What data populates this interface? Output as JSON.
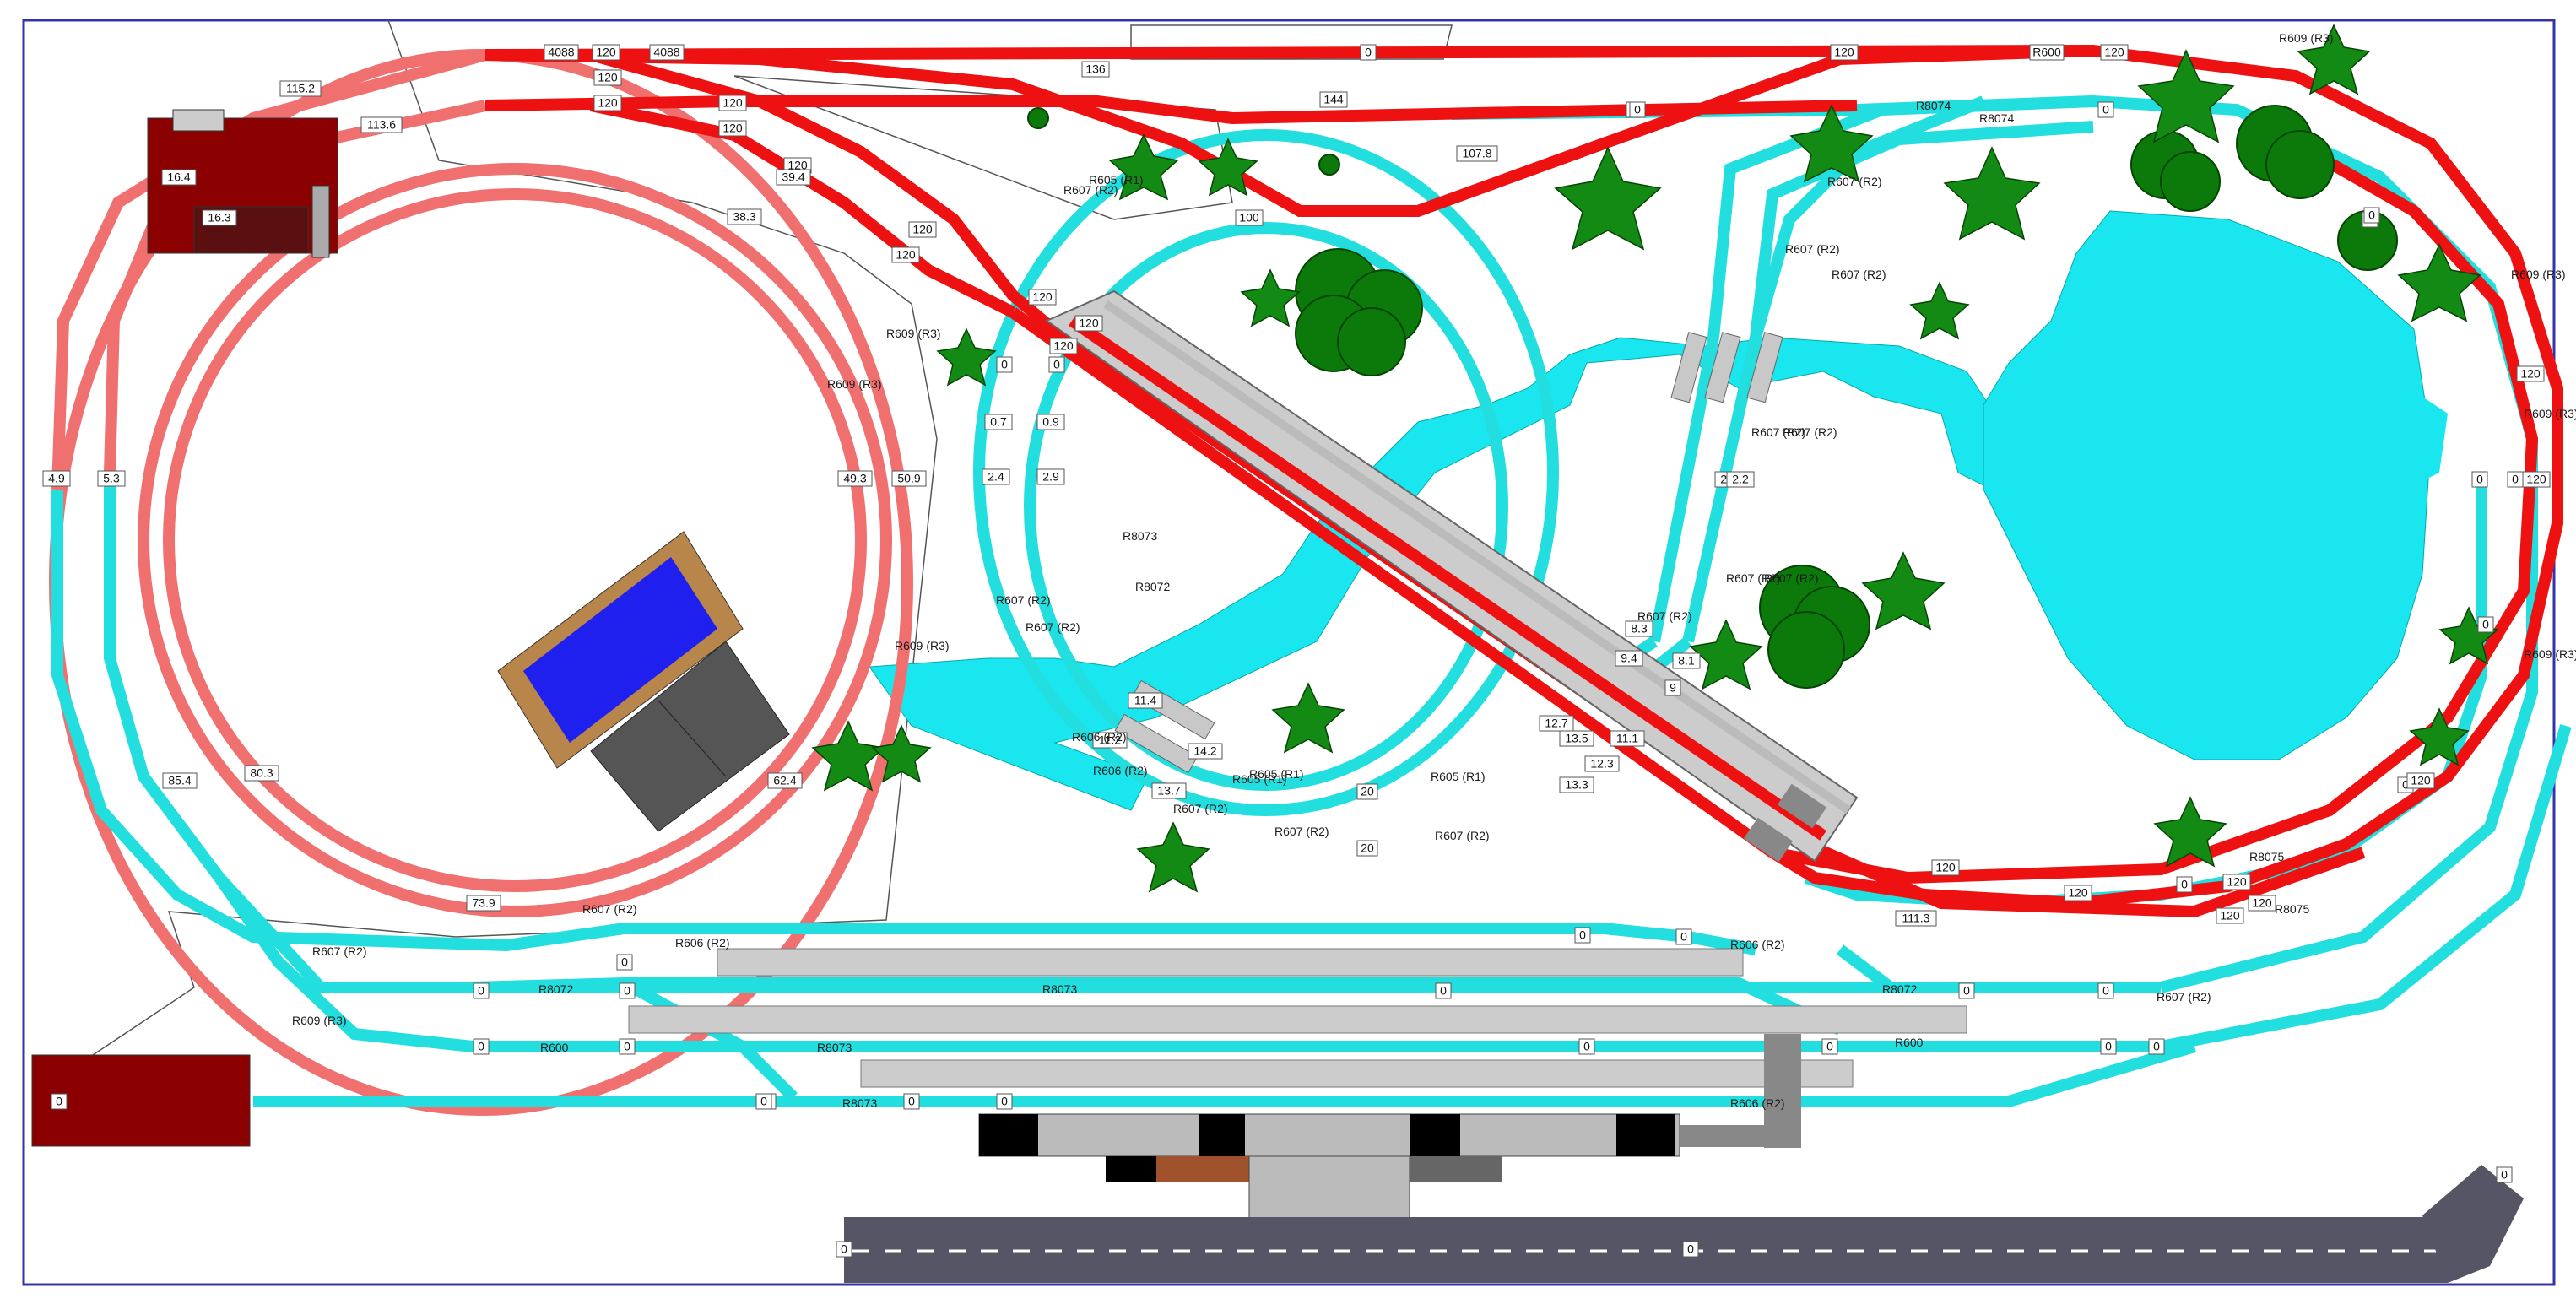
{
  "colors": {
    "red_track": "#ee1111",
    "pink_track": "#f07070",
    "cyan_track": "#22dede",
    "water": "#19e6ee",
    "tree_dark": "#0b7a0b",
    "building": "#8b0000",
    "road": "#555566",
    "platform": "#cccccc",
    "border": "#3333aa"
  },
  "labels": {
    "red_loop": [
      "4088",
      "120",
      "120",
      "120",
      "120",
      "120",
      "4088",
      "120",
      "R600",
      "120",
      "136",
      "144",
      "107.8",
      "100",
      "120",
      "39.4",
      "38.3",
      "120",
      "120",
      "120",
      "120",
      "120",
      "120",
      "120",
      "120",
      "120",
      "111.3",
      "113.6",
      "115.2"
    ],
    "pink_loop": [
      "49.3",
      "50.9",
      "4.9",
      "5.3",
      "80.3",
      "85.4",
      "73.9",
      "62.4"
    ],
    "cyan_left": [
      "0",
      "0",
      "2.4",
      "2.9",
      "0.7",
      "0.9",
      "11.4",
      "11.2",
      "14.2",
      "13.7",
      "20",
      "20",
      "12.7",
      "13.5",
      "12.3",
      "13.3",
      "9.4",
      "8.3",
      "8.1",
      "9",
      "11.1",
      "0",
      "0"
    ],
    "cyan_right": [
      "2.8",
      "2.2",
      "0",
      "0",
      "0",
      "0",
      "0",
      "0",
      "120",
      "120",
      "120",
      "120",
      "0",
      "0"
    ],
    "yard": [
      "0",
      "0",
      "0",
      "0",
      "0",
      "0",
      "0",
      "0",
      "0",
      "0",
      "0",
      "0",
      "0",
      "0",
      "0",
      "0"
    ],
    "misc": [
      "16.4",
      "16.3",
      "0",
      "0",
      "0",
      "0",
      "0",
      "0",
      "0"
    ],
    "codes": [
      "R607 (R2)",
      "R606 (R2)",
      "R8072",
      "R8073",
      "R600",
      "R8073",
      "R8072",
      "R600",
      "R609 (R3)",
      "R8073",
      "R606 (R2)",
      "R605 (R1)",
      "R607 (R2)",
      "R605 (R1)",
      "R607 (R2)",
      "R605 (R1)",
      "R607 (R2)",
      "R606 (R2)",
      "R607 (R2)",
      "R609 (R3)",
      "R8075",
      "R609 (R3)",
      "R609 (R3)",
      "R609 (R3)",
      "R607 (R2)",
      "R607 (R2)",
      "R607 (R2)",
      "R607 (R2)",
      "R607 (R2)",
      "R607 (R2)",
      "R607 (R2)",
      "R607 (R2)",
      "R607 (R2)",
      "R607 (R2)",
      "R605 (R1)",
      "R607 (R2)",
      "R606 (R2)",
      "R606 (R2)",
      "R607 (R2)",
      "R609 (R3)",
      "R609 (R3)",
      "R609 (R3)",
      "R8075",
      "R8073",
      "R8072",
      "R8074",
      "R8074"
    ]
  }
}
